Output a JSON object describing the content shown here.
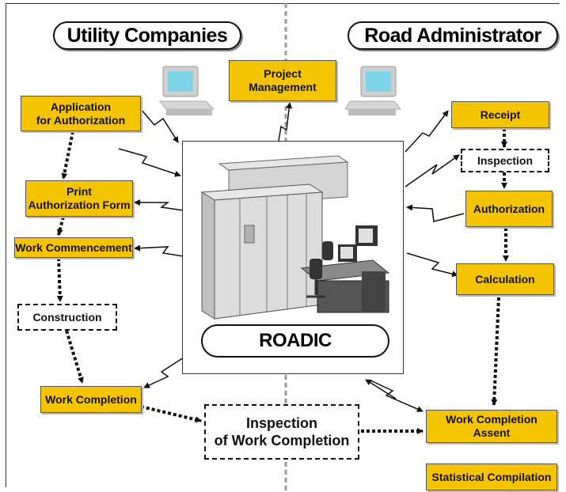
{
  "headers": {
    "left": "Utility Companies",
    "right": "Road Administrator"
  },
  "center_label": "ROADIC",
  "top_box": {
    "line1": "Project",
    "line2": "Management"
  },
  "left": {
    "application": {
      "line1": "Application",
      "line2": "for Authorization"
    },
    "print": {
      "line1": "Print",
      "line2": "Authorization Form"
    },
    "commencement": "Work Commencement",
    "construction": "Construction",
    "completion": "Work Completion"
  },
  "bottom": {
    "line1": "Inspection",
    "line2": "of Work Completion"
  },
  "right": {
    "receipt": "Receipt",
    "inspection": "Inspection",
    "authorization": "Authorization",
    "calculation": "Calculation",
    "assent": "Work Completion Assent",
    "statistics": "Statistical Compilation"
  },
  "colors": {
    "box_fill": "#f5c400",
    "line": "#111111"
  }
}
